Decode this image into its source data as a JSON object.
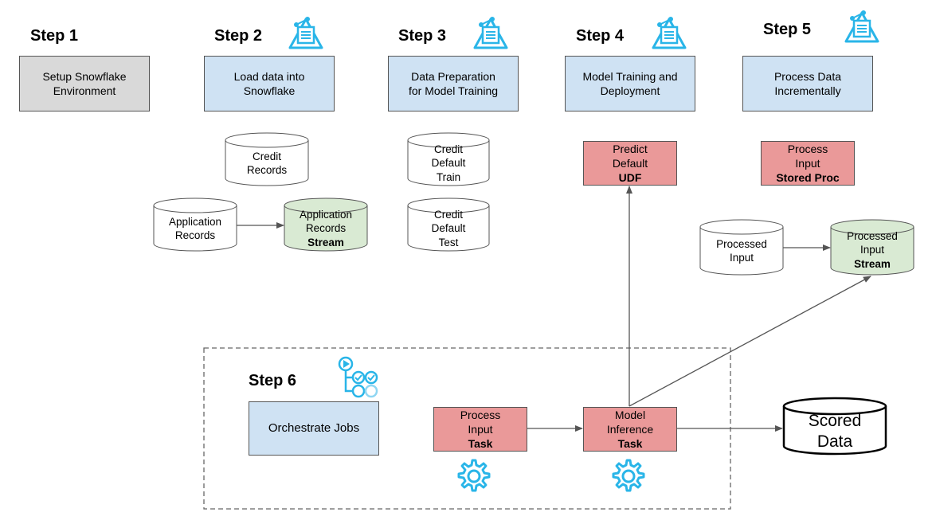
{
  "steps": [
    {
      "title": "Step 1",
      "box_lines": [
        "Setup Snowflake",
        "Environment"
      ]
    },
    {
      "title": "Step 2",
      "box_lines": [
        "Load data into",
        "Snowflake"
      ]
    },
    {
      "title": "Step 3",
      "box_lines": [
        "Data Preparation",
        "for Model Training"
      ]
    },
    {
      "title": "Step 4",
      "box_lines": [
        "Model Training and",
        "Deployment"
      ]
    },
    {
      "title": "Step 5",
      "box_lines": [
        "Process Data",
        "Incrementally"
      ]
    },
    {
      "title": "Step 6",
      "box_lines": [
        "Orchestrate Jobs"
      ]
    }
  ],
  "tables": {
    "credit_records": [
      "Credit",
      "Records"
    ],
    "application_records": [
      "Application",
      "Records"
    ],
    "application_records_stream": {
      "lines": [
        "Application",
        "Records"
      ],
      "bold": "Stream"
    },
    "credit_default_train": [
      "Credit",
      "Default",
      "Train"
    ],
    "credit_default_test": [
      "Credit",
      "Default",
      "Test"
    ],
    "processed_input": [
      "Processed",
      "Input"
    ],
    "processed_input_stream": {
      "lines": [
        "Processed",
        "Input"
      ],
      "bold": "Stream"
    },
    "scored_data": [
      "Scored",
      "Data"
    ]
  },
  "objects": {
    "predict_default_udf": {
      "lines": [
        "Predict",
        "Default"
      ],
      "bold": "UDF"
    },
    "process_input_proc": {
      "lines": [
        "Process",
        "Input"
      ],
      "bold": "Stored Proc"
    },
    "process_input_task": {
      "lines": [
        "Process",
        "Input"
      ],
      "bold": "Task"
    },
    "model_inference_task": {
      "lines": [
        "Model",
        "Inference"
      ],
      "bold": "Task"
    }
  },
  "colors": {
    "gray_box": "#d9d9d9",
    "blue_box": "#cfe2f3",
    "red_box": "#ea9999",
    "green_cylinder": "#d9ead3",
    "icon_blue": "#29b5e8",
    "arrow": "#555555"
  },
  "icons": [
    "jupyter-notebook-icon",
    "workflow-icon",
    "gear-icon"
  ]
}
